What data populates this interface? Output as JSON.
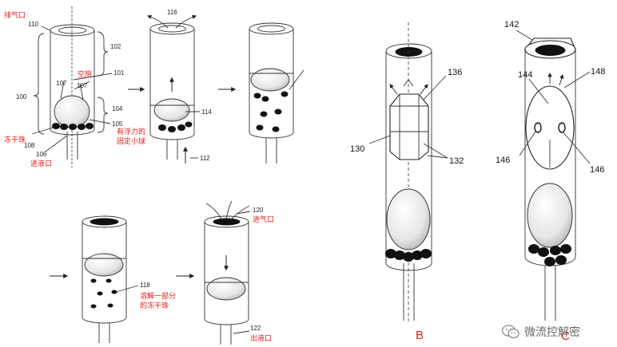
{
  "panel_a": {
    "labels": {
      "n110": "110",
      "n102": "102",
      "n101": "101",
      "n100": "100",
      "n107a": "107",
      "n107b": "107",
      "n104": "104",
      "n105": "105",
      "n108": "108",
      "n106": "106",
      "n116": "116",
      "n114": "114",
      "n112": "112",
      "n118": "118",
      "n120": "120",
      "n122": "122"
    },
    "red_labels": {
      "exhaust": "排气口",
      "gap": "空隙",
      "buoyant_line1": "有浮力的",
      "buoyant_line2": "固定小球",
      "lyo_bead": "冻干珠",
      "inlet": "进液口",
      "dissolved_line1": "溶解一部分",
      "dissolved_line2": "的冻干珠",
      "air_inlet": "进气口",
      "outlet": "出液口"
    }
  },
  "panel_b": {
    "labels": {
      "n136": "136",
      "n130": "130",
      "n132": "132"
    },
    "letter": "B"
  },
  "panel_c": {
    "labels": {
      "n142": "142",
      "n144": "144",
      "n148": "148",
      "n146a": "146",
      "n146b": "146"
    },
    "letter": "C"
  },
  "watermark": {
    "text": "微流控解密",
    "icon": "wechat-icon"
  }
}
